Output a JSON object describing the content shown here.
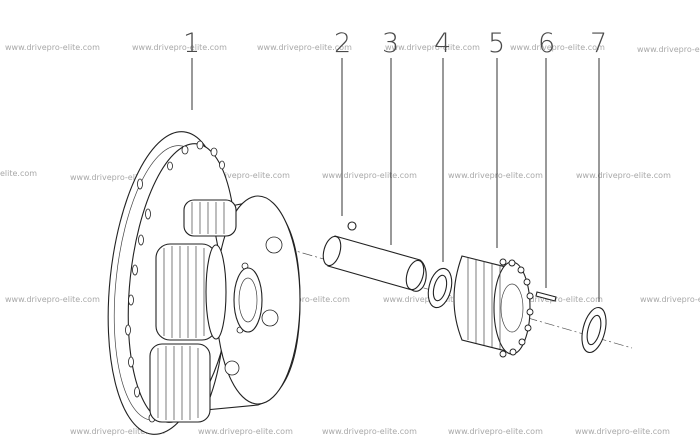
{
  "diagram": {
    "callouts": [
      {
        "id": "1",
        "label": "1"
      },
      {
        "id": "2",
        "label": "2"
      },
      {
        "id": "3",
        "label": "3"
      },
      {
        "id": "4",
        "label": "4"
      },
      {
        "id": "5",
        "label": "5"
      },
      {
        "id": "6",
        "label": "6"
      },
      {
        "id": "7",
        "label": "7"
      }
    ],
    "watermark": "www.drivepro-elite.com",
    "watermark_partial": "elite.com"
  },
  "colors": {
    "line": "#222222",
    "callout_text": "#4a4a4a",
    "watermark": "#a8a8a8",
    "background": "#ffffff"
  }
}
